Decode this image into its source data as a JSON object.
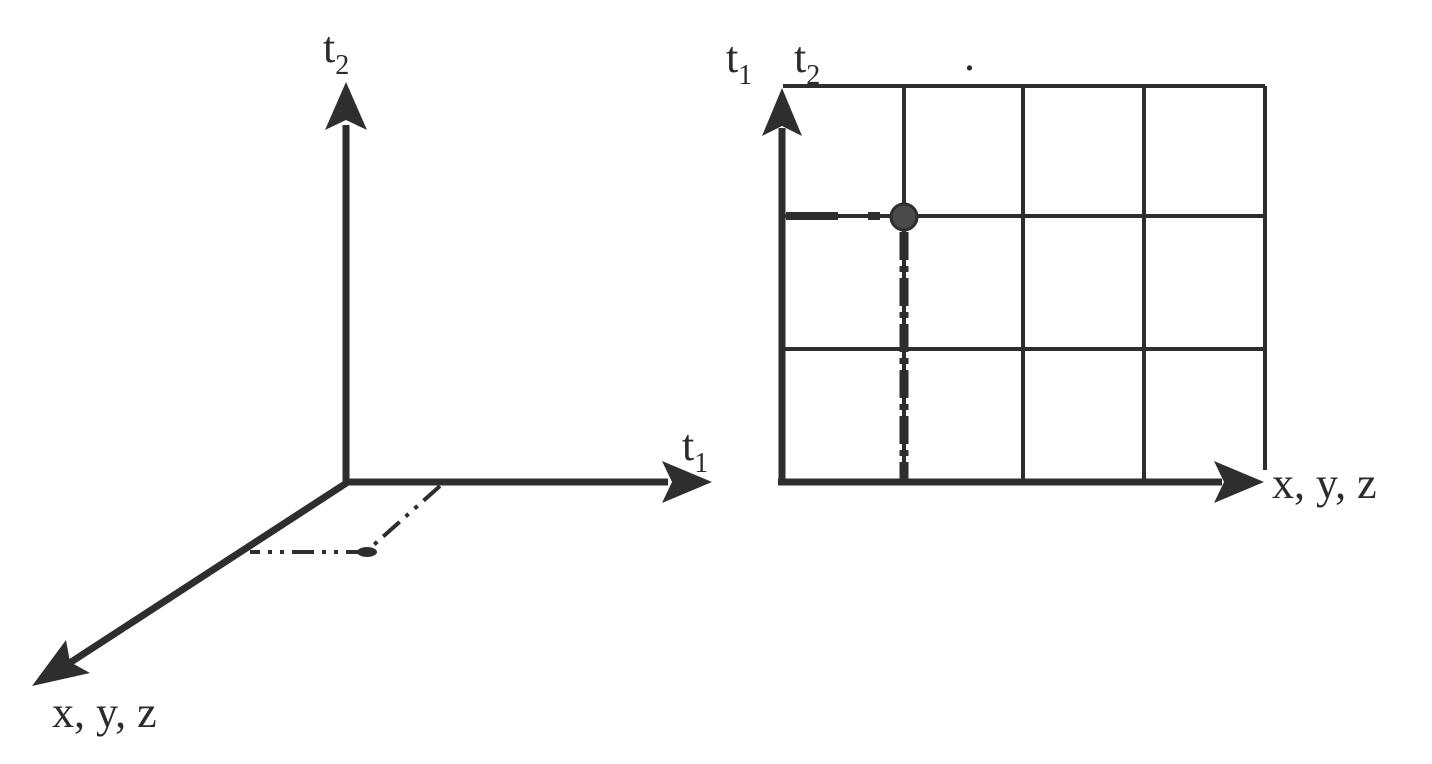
{
  "left_diagram": {
    "vertical_axis_label": {
      "base": "t",
      "sub": "2"
    },
    "horizontal_axis_label": {
      "base": "t",
      "sub": "1"
    },
    "diagonal_axis_label": "x, y, z"
  },
  "right_diagram": {
    "top_left_label_1": {
      "base": "t",
      "sub": "1"
    },
    "top_left_label_2": {
      "base": "t",
      "sub": "2"
    },
    "top_mark": ".",
    "horizontal_axis_label": "x, y, z",
    "grid": {
      "columns": 4,
      "rows": 3
    }
  }
}
